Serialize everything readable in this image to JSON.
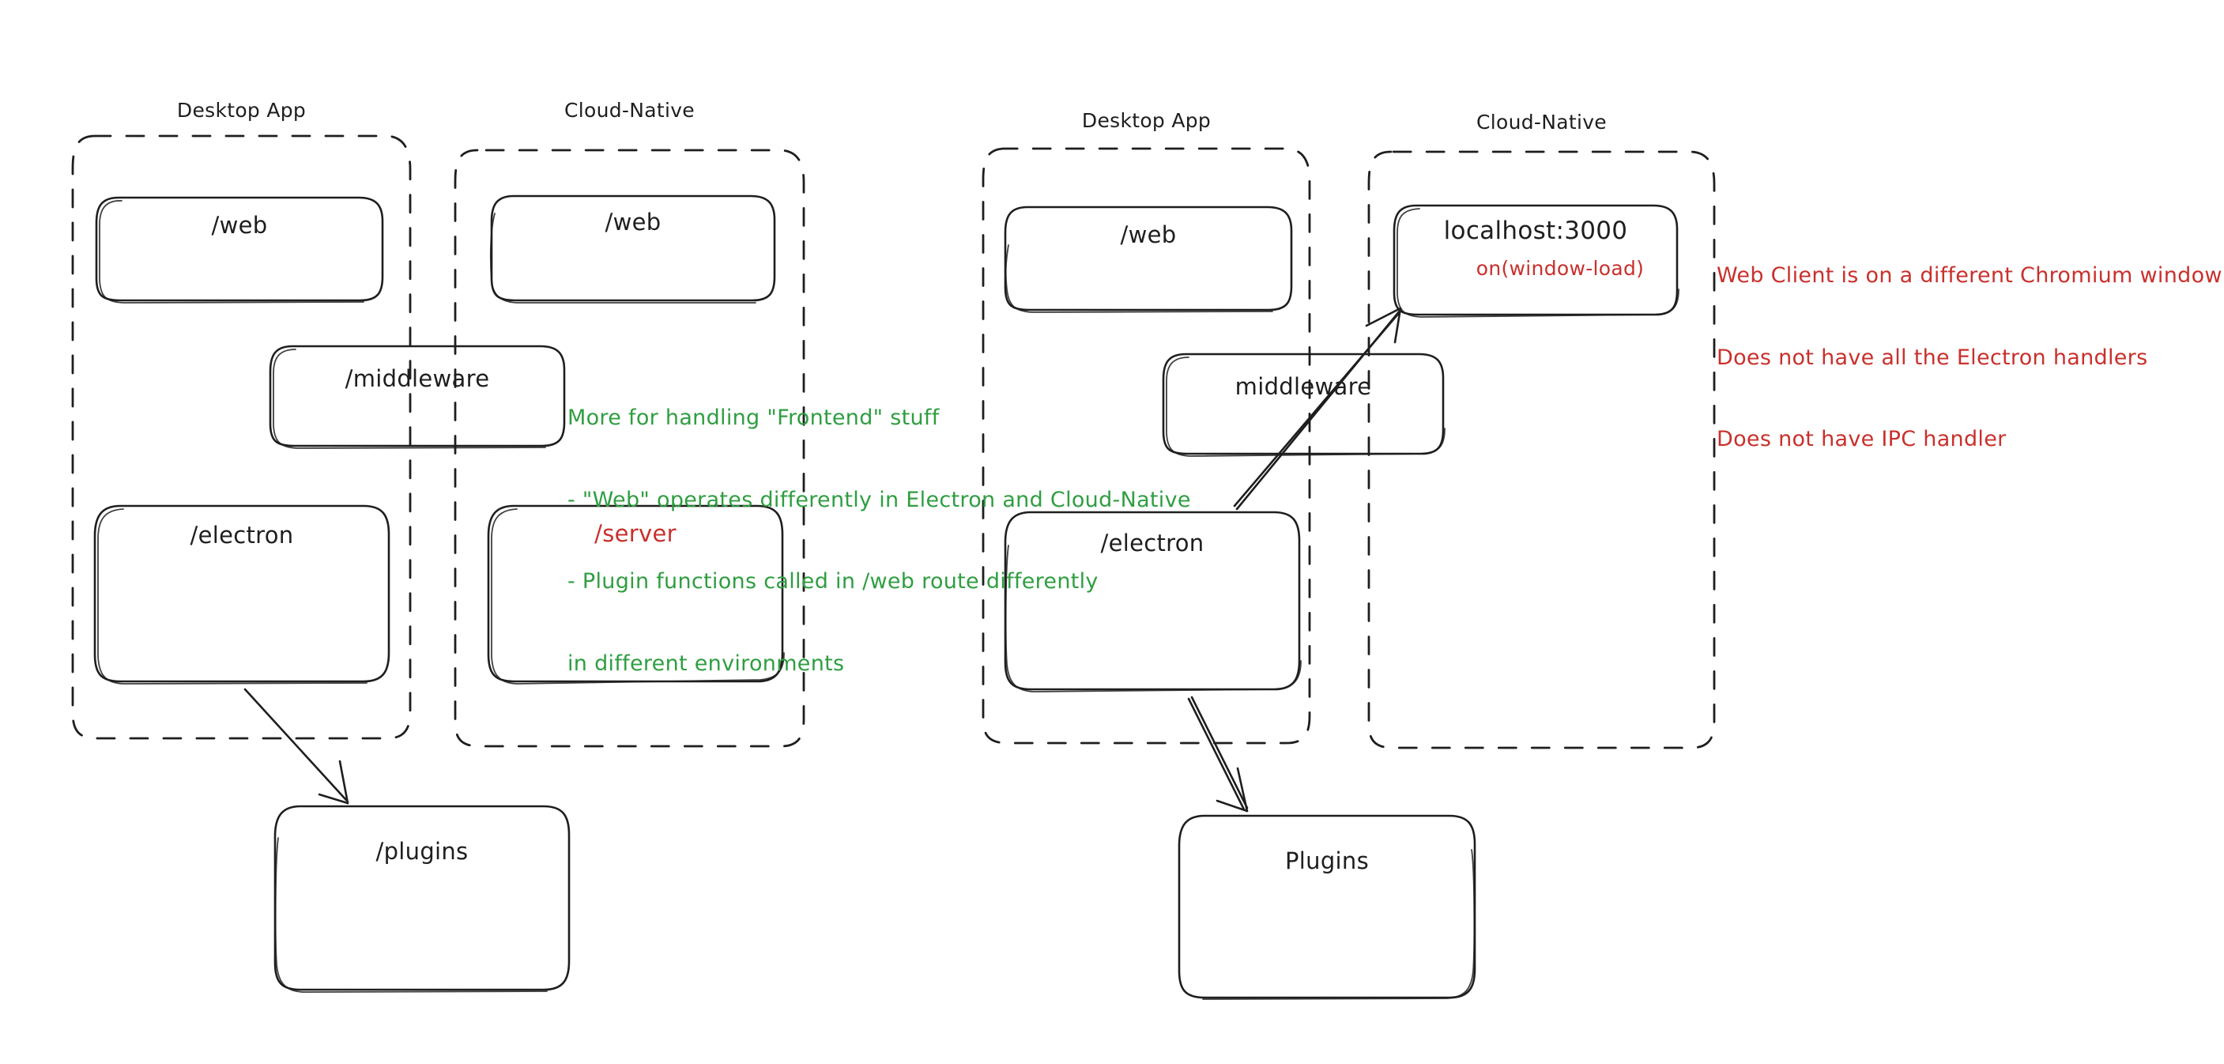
{
  "diagram": {
    "title_hidden": "",
    "style": "hand-drawn architecture sketch",
    "colors": {
      "stroke": "#1e1e1e",
      "green": "#2f9e41",
      "red": "#c9302c",
      "background": "#ffffff"
    }
  },
  "left_panel": {
    "groups": [
      {
        "label": "Desktop App"
      },
      {
        "label": "Cloud-Native"
      }
    ],
    "nodes": [
      {
        "id": "l-desktop-web",
        "label": "/web"
      },
      {
        "id": "l-cloud-web",
        "label": "/web"
      },
      {
        "id": "l-middleware",
        "label": "/middleware"
      },
      {
        "id": "l-electron",
        "label": "/electron"
      },
      {
        "id": "l-server",
        "label": "/server"
      },
      {
        "id": "l-plugins",
        "label": "/plugins"
      }
    ],
    "annotation": {
      "color": "#2f9e41",
      "lines": [
        "More for handling \"Frontend\" stuff",
        "- \"Web\" operates differently in Electron and Cloud-Native",
        "- Plugin functions called in /web route differently",
        "in different environments"
      ]
    },
    "arrows": [
      {
        "from": "/electron",
        "to": "/plugins"
      }
    ]
  },
  "right_panel": {
    "groups": [
      {
        "label": "Desktop App"
      },
      {
        "label": "Cloud-Native"
      }
    ],
    "nodes": [
      {
        "id": "r-desktop-web",
        "label": "/web"
      },
      {
        "id": "r-localhost",
        "label": "localhost:3000",
        "sub_label": "on(window-load)"
      },
      {
        "id": "r-middleware",
        "label": "middleware"
      },
      {
        "id": "r-electron",
        "label": "/electron"
      },
      {
        "id": "r-plugins",
        "label": "Plugins"
      }
    ],
    "annotation": {
      "color": "#c9302c",
      "lines": [
        "Web Client is on a different Chromium window",
        "Does not have all the Electron handlers",
        "Does not have IPC handler"
      ]
    },
    "arrows": [
      {
        "from": "/electron",
        "to": "localhost:3000"
      },
      {
        "from": "/electron",
        "to": "Plugins"
      }
    ]
  }
}
